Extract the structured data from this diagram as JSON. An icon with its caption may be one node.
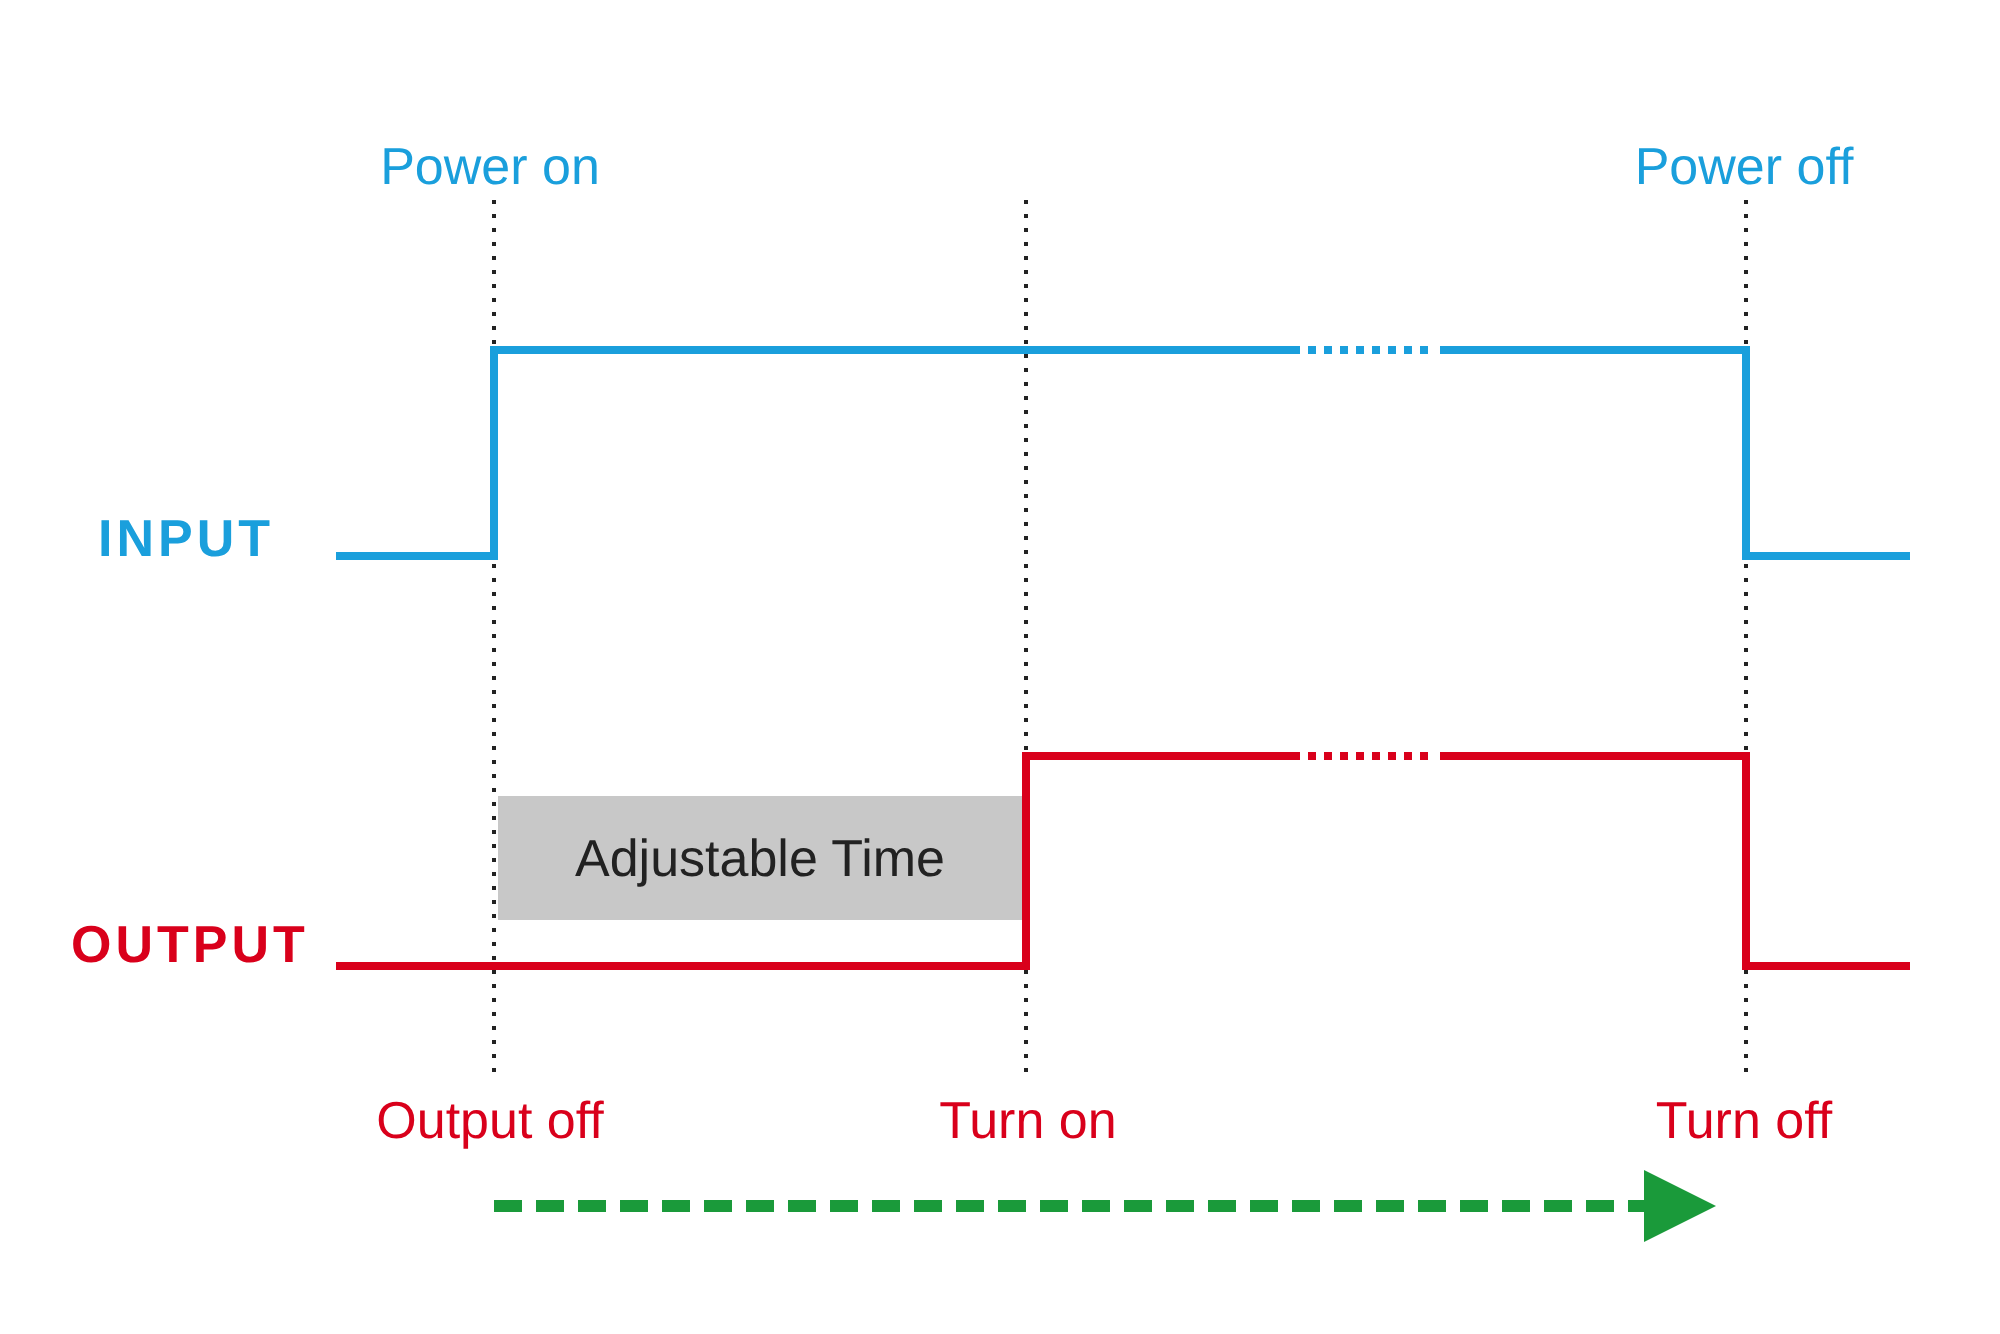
{
  "diagram": {
    "nodes": [
      {
        "text": [
          "Adjustable Time"
        ]
      }
    ],
    "labels": [
      "Power on",
      "Power off",
      "INPUT",
      "OUTPUT",
      "Output off",
      "Turn on",
      "Turn off"
    ]
  }
}
